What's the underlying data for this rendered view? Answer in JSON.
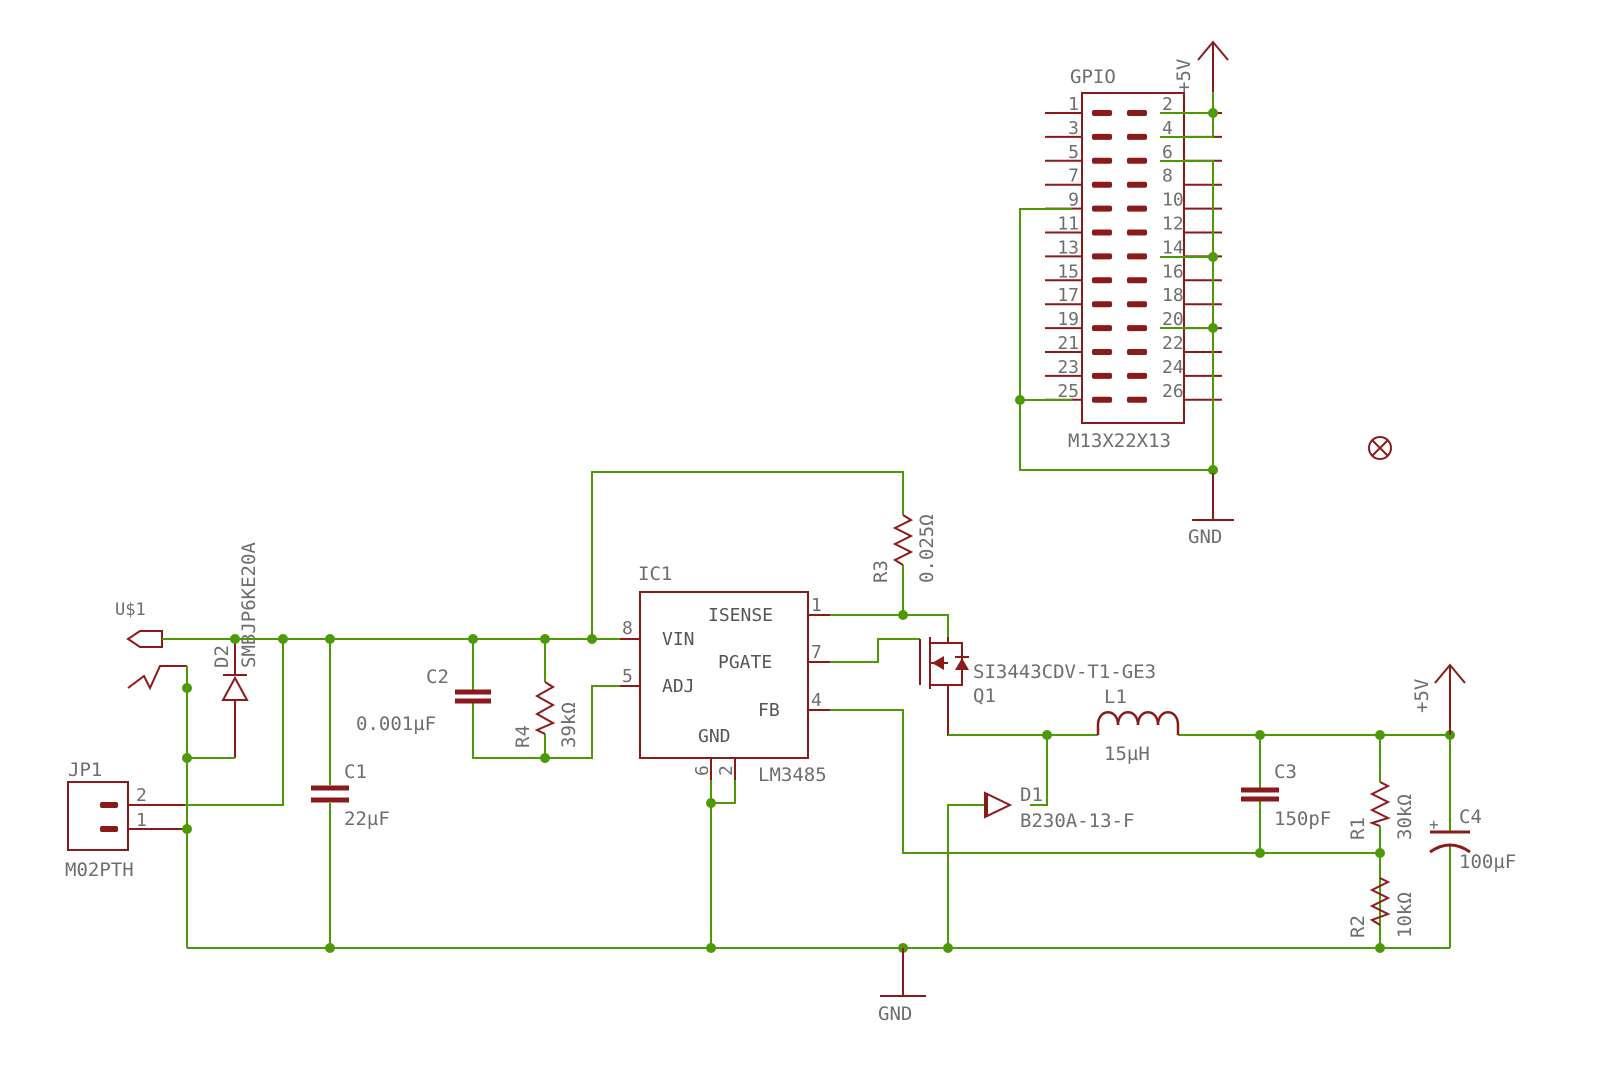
{
  "symbol_colors": {
    "wire": "#4e9a06",
    "part": "#8b1a1a",
    "text": "#6e6e6e"
  },
  "gpio": {
    "name": "GPIO",
    "value": "M13X22X13",
    "supply": "+5V",
    "ground": "GND",
    "pins_left": [
      "1",
      "3",
      "5",
      "7",
      "9",
      "11",
      "13",
      "15",
      "17",
      "19",
      "21",
      "23",
      "25"
    ],
    "pins_right": [
      "2",
      "4",
      "6",
      "8",
      "10",
      "12",
      "14",
      "16",
      "18",
      "20",
      "22",
      "24",
      "26"
    ]
  },
  "no_connect_icon": "circle-x-icon",
  "usb_label": "U$1",
  "d2": {
    "name": "D2",
    "value": "SMBJP6KE20A"
  },
  "jp1": {
    "name": "JP1",
    "value": "M02PTH",
    "pin1": "1",
    "pin2": "2"
  },
  "c1": {
    "name": "C1",
    "value": "22µF"
  },
  "c2": {
    "name": "C2",
    "value": "0.001µF"
  },
  "r4": {
    "name": "R4",
    "value": "39kΩ"
  },
  "r3": {
    "name": "R3",
    "value": "0.025Ω"
  },
  "ic1": {
    "name": "IC1",
    "value": "LM3485",
    "pins": {
      "vin": "VIN",
      "adj": "ADJ",
      "isense": "ISENSE",
      "pgate": "PGATE",
      "fb": "FB",
      "gnd": "GND"
    },
    "pinnums": {
      "vin": "8",
      "adj": "5",
      "isense": "1",
      "pgate": "7",
      "fb": "4",
      "gnd1": "6",
      "gnd2": "2"
    }
  },
  "q1": {
    "name": "Q1",
    "value": "SI3443CDV-T1-GE3"
  },
  "l1": {
    "name": "L1",
    "value": "15µH"
  },
  "d1": {
    "name": "D1",
    "value": "B230A-13-F"
  },
  "c3": {
    "name": "C3",
    "value": "150pF"
  },
  "r1": {
    "name": "R1",
    "value": "30kΩ"
  },
  "r2": {
    "name": "R2",
    "value": "10kΩ"
  },
  "c4": {
    "name": "C4",
    "value": "100µF",
    "polarity": "+"
  },
  "out_supply": "+5V",
  "main_ground": "GND"
}
